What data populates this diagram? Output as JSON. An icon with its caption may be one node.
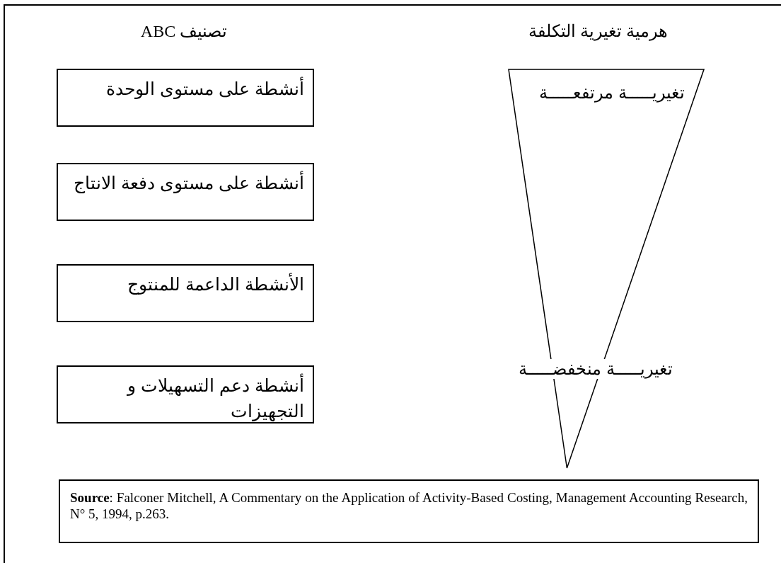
{
  "diagram": {
    "nodes": [
      {
        "text": [
          "أنشطة على مستوى الوحدة"
        ]
      },
      {
        "text": [
          "أنشطة على مستوى دفعة الانتاج"
        ]
      },
      {
        "text": [
          "الأنشطة الداعمة للمنتوج"
        ]
      },
      {
        "text": [
          "أنشطة دعم التسهيلات و التجهيزات"
        ]
      },
      {
        "text": [
          "تغيريـــــة مرتفعـــــة",
          "تغيريـــــة منخفضـــــة"
        ]
      },
      {
        "text": [
          "**Source**: Falconer Mitchell, A Commentary on the Application of Activity-Based Costing, Management Accounting Research, N° 5, 1994, p.263."
        ]
      }
    ],
    "edges": [],
    "labels": [
      "هرمية تغيرية التكلفة",
      "تصنيف ABC"
    ]
  }
}
